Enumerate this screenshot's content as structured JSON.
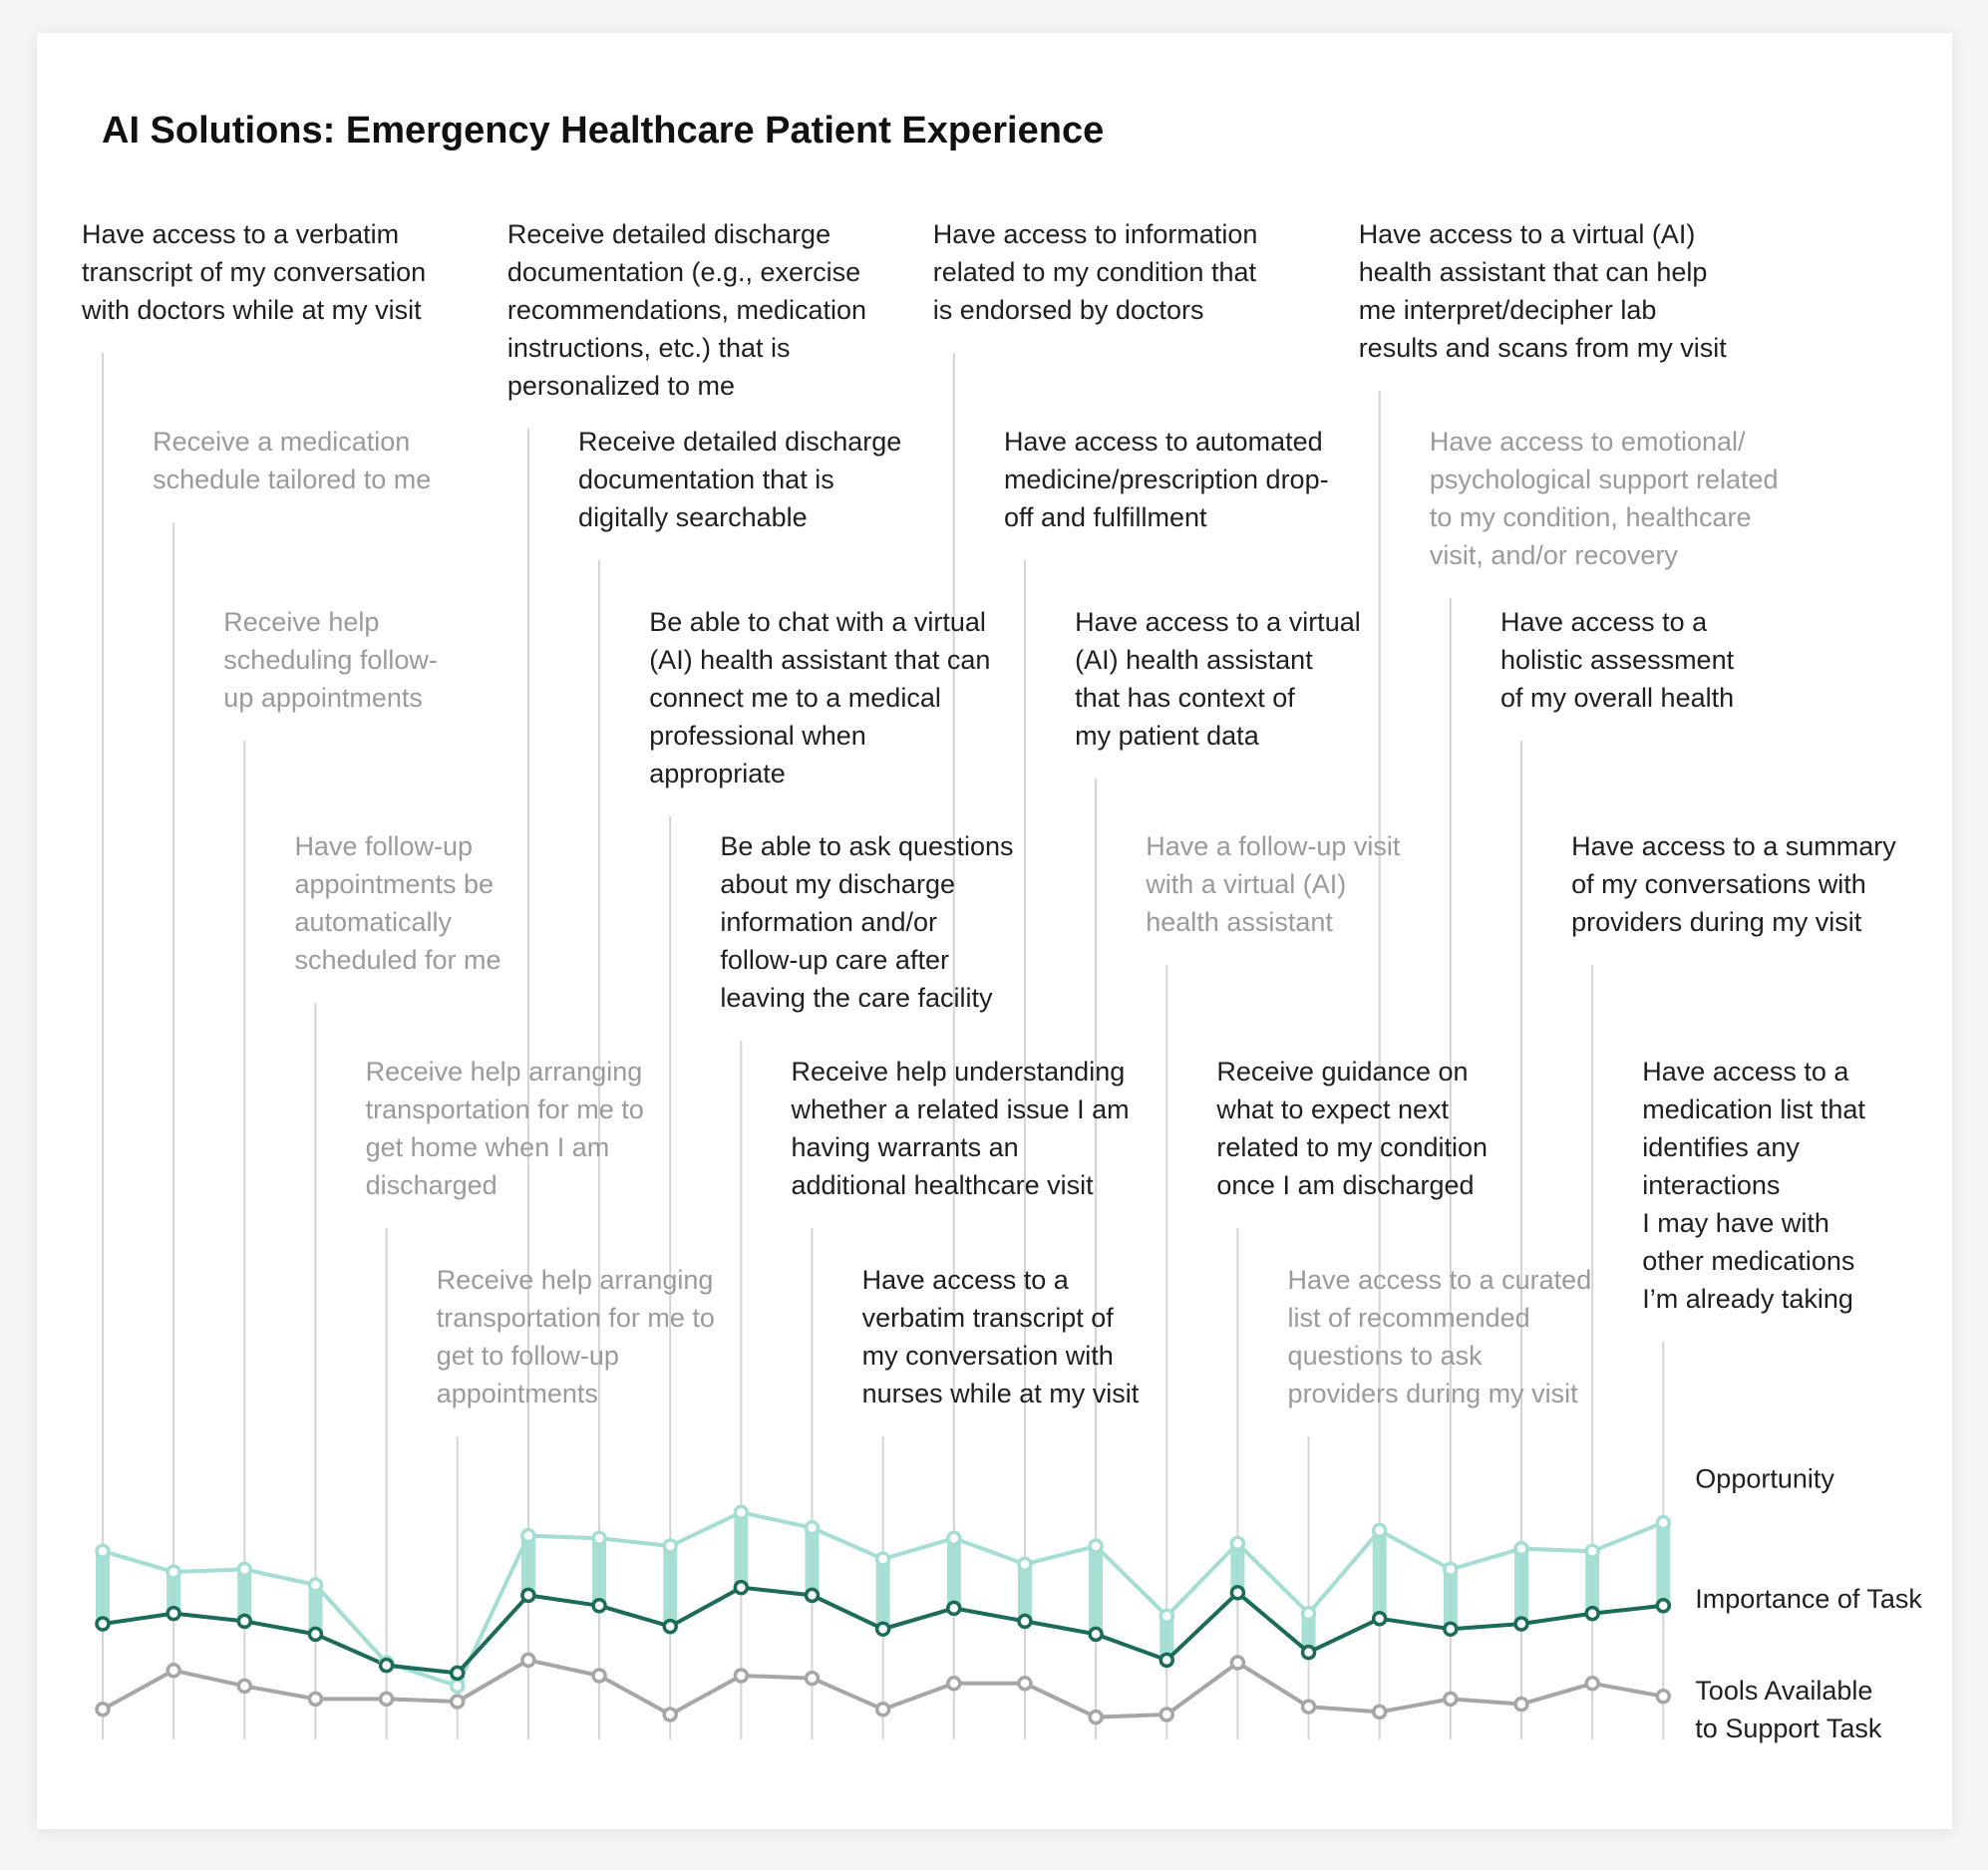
{
  "chart_data": {
    "type": "line",
    "title": "AI Solutions: Emergency Healthcare Patient Experience",
    "categories": [
      {
        "text": "Have access to a verbatim transcript of my conversation with doctors while at my visit",
        "lines": [
          "Have access to a verbatim",
          "transcript of my conversation",
          "with doctors while at my visit"
        ],
        "muted": false
      },
      {
        "text": "Receive a medication schedule tailored to me",
        "lines": [
          "Receive a medication",
          "schedule tailored to me"
        ],
        "muted": true
      },
      {
        "text": "Receive help scheduling follow-up appointments",
        "lines": [
          "Receive help",
          "scheduling follow-",
          "up appointments"
        ],
        "muted": true
      },
      {
        "text": "Have follow-up appointments be automatically scheduled for me",
        "lines": [
          "Have follow-up",
          "appointments be",
          "automatically",
          "scheduled for me"
        ],
        "muted": true
      },
      {
        "text": "Receive help arranging transportation for me to get home when I am discharged",
        "lines": [
          "Receive help arranging",
          "transportation for me to",
          "get home when I am",
          "discharged"
        ],
        "muted": true
      },
      {
        "text": "Receive help arranging transportation for me to get to follow-up appointments",
        "lines": [
          "Receive help arranging",
          "transportation for me to",
          "get to follow-up",
          "appointments"
        ],
        "muted": true
      },
      {
        "text": "Receive detailed discharge documentation (e.g., exercise recommendations, medication instructions, etc.) that is personalized to me",
        "lines": [
          "Receive detailed discharge",
          "documentation (e.g., exercise",
          "recommendations, medication",
          "instructions, etc.) that is",
          "personalized to me"
        ],
        "muted": false
      },
      {
        "text": "Receive detailed discharge documentation that is digitally searchable",
        "lines": [
          "Receive detailed discharge",
          "documentation that is",
          "digitally searchable"
        ],
        "muted": false
      },
      {
        "text": "Be able to chat with a virtual (AI) health assistant that can connect me to a medical professional when appropriate",
        "lines": [
          "Be able to chat with a virtual",
          "(AI) health assistant that can",
          "connect me to a medical",
          "professional when",
          "appropriate"
        ],
        "muted": false
      },
      {
        "text": "Be able to ask questions about my discharge information and/or follow-up care after leaving the care facility",
        "lines": [
          "Be able to ask questions",
          "about my discharge",
          "information and/or",
          "follow-up care after",
          "leaving the care facility"
        ],
        "muted": false
      },
      {
        "text": "Receive help understanding whether a related issue I am having warrants an additional healthcare visit",
        "lines": [
          "Receive help understanding",
          "whether a related issue I am",
          "having warrants an",
          "additional healthcare visit"
        ],
        "muted": false
      },
      {
        "text": "Have access to a verbatim transcript of my conversation with nurses while at my visit",
        "lines": [
          "Have access to a",
          "verbatim transcript of",
          "my conversation with",
          "nurses while at my visit"
        ],
        "muted": false
      },
      {
        "text": "Have access to information related to my condition that is endorsed by doctors",
        "lines": [
          "Have access to information",
          "related to my condition that",
          "is endorsed by doctors"
        ],
        "muted": false
      },
      {
        "text": "Have access to automated medicine/prescription drop-off and fulfillment",
        "lines": [
          "Have access to automated",
          "medicine/prescription drop-",
          "off and fulfillment"
        ],
        "muted": false
      },
      {
        "text": "Have access to a virtual (AI) health assistant that has context of my patient data",
        "lines": [
          "Have access to a virtual",
          "(AI) health assistant",
          "that has context of",
          "my patient data"
        ],
        "muted": false
      },
      {
        "text": "Have a follow-up visit with a virtual (AI) health assistant",
        "lines": [
          "Have a follow-up visit",
          "with a virtual (AI)",
          "health assistant"
        ],
        "muted": true
      },
      {
        "text": "Receive guidance on what to expect next related to my condition once I am discharged",
        "lines": [
          "Receive guidance on",
          "what to expect next",
          "related to my condition",
          "once I am discharged"
        ],
        "muted": false
      },
      {
        "text": "Have access to a curated list of recommended questions to ask providers during my visit",
        "lines": [
          "Have access to a curated",
          "list of recommended",
          "questions to ask",
          "providers during my visit"
        ],
        "muted": true
      },
      {
        "text": "Have access to a virtual (AI) health assistant that can help me interpret/decipher lab results and scans from my visit",
        "lines": [
          "Have access to a virtual (AI)",
          "health assistant that can help",
          "me interpret/decipher lab",
          "results and scans from my visit"
        ],
        "muted": false
      },
      {
        "text": "Have access to emotional/psychological support related to my condition, healthcare visit, and/or recovery",
        "lines": [
          "Have access to emotional/",
          "psychological support related",
          "to my condition, healthcare",
          "visit, and/or recovery"
        ],
        "muted": true
      },
      {
        "text": "Have access to a holistic assessment of my overall health",
        "lines": [
          "Have access to a",
          "holistic assessment",
          "of my overall health"
        ],
        "muted": false
      },
      {
        "text": "Have access to a summary of my conversations with providers during my visit",
        "lines": [
          "Have access to a summary",
          "of my conversations with",
          "providers during my visit"
        ],
        "muted": false
      },
      {
        "text": "Have access to a medication list that identifies any interactions I may have with other medications I'm already taking",
        "lines": [
          "Have access to a",
          "medication list that",
          "identifies any",
          "interactions",
          "I may have with",
          "other medications",
          "I’m already taking"
        ],
        "muted": false
      }
    ],
    "series": [
      {
        "name": "Opportunity",
        "color": "#a3ddd3",
        "values": [
          73,
          65,
          66,
          60,
          30,
          21,
          79,
          78,
          75,
          88,
          82,
          70,
          78,
          68,
          75,
          48,
          76,
          49,
          81,
          66,
          74,
          73,
          84
        ]
      },
      {
        "name": "Importance of Task",
        "color": "#1a6b58",
        "values": [
          45,
          49,
          46,
          41,
          29,
          26,
          56,
          52,
          44,
          59,
          56,
          43,
          51,
          46,
          41,
          31,
          57,
          34,
          47,
          43,
          45,
          49,
          52
        ]
      },
      {
        "name": "Tools Available to Support Task",
        "color": "#a6a6a6",
        "values": [
          12,
          27,
          21,
          16,
          16,
          15,
          31,
          25,
          10,
          25,
          24,
          12,
          22,
          22,
          9,
          10,
          30,
          13,
          11,
          16,
          14,
          22,
          17
        ]
      }
    ],
    "legend": [
      {
        "lines": [
          "Opportunity"
        ]
      },
      {
        "lines": [
          "Importance of Task"
        ]
      },
      {
        "lines": [
          "Tools Available",
          "to Support Task"
        ]
      }
    ],
    "legend_position": "right",
    "grid": false,
    "axes_visible": false,
    "text_colors": {
      "dark": "#1f1f1f",
      "muted": "#9a9a9a"
    },
    "label_tiers": [
      0,
      1,
      2,
      3,
      4,
      5,
      0,
      1,
      2,
      3,
      4,
      5,
      0,
      1,
      2,
      3,
      4,
      5,
      0,
      1,
      2,
      3,
      4
    ]
  }
}
